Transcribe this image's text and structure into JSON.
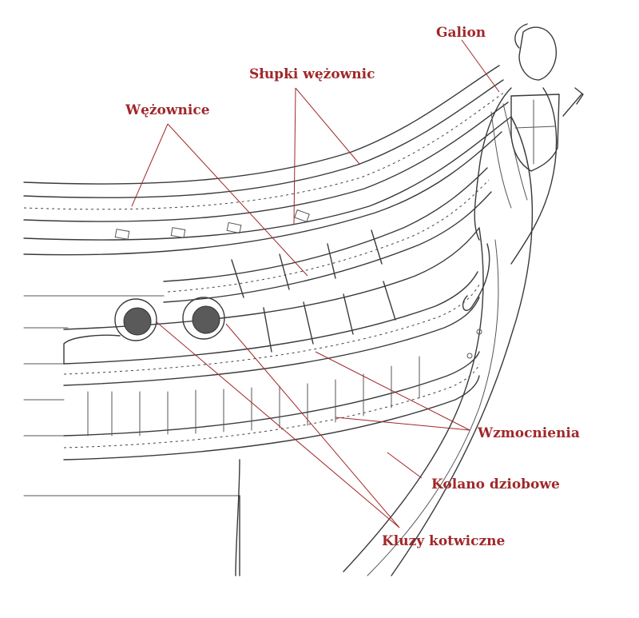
{
  "labels": {
    "galion": "Galion",
    "slupki": "Słupki wężownic",
    "wezownice": "Wężownice",
    "wzmocnienia": "Wzmocnienia",
    "kolano": "Kolano dziobowe",
    "kluzy": "Kluzy kotwiczne"
  },
  "colors": {
    "label": "#a0282a",
    "ink": "#3a3a3a",
    "background": "#ffffff"
  }
}
